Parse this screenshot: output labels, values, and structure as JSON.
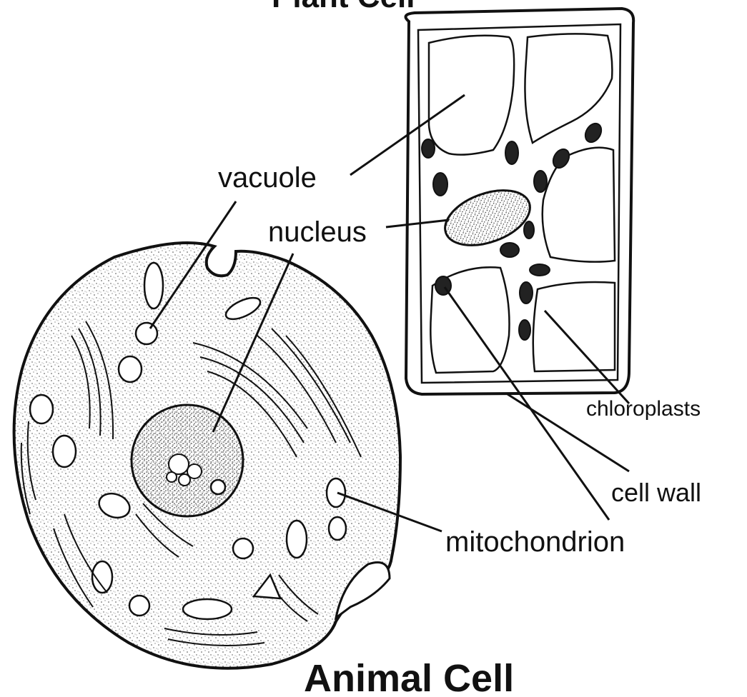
{
  "header_partial": "Plant Cell",
  "labels": {
    "vacuole": "vacuole",
    "nucleus": "nucleus",
    "chloroplasts": "chloroplasts",
    "cell_wall": "cell wall",
    "mitochondrion": "mitochondrion"
  },
  "title": "Animal Cell"
}
